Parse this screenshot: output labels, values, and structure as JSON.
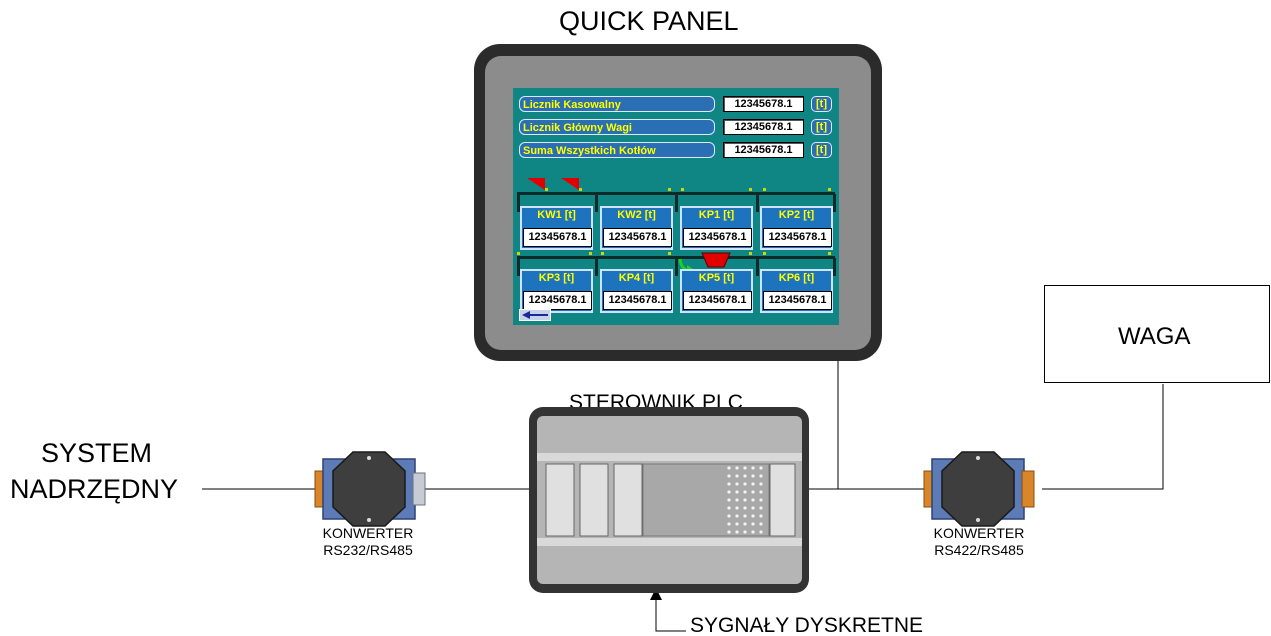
{
  "diagram": {
    "quick_panel_title": "QUICK PANEL",
    "plc_title": "STEROWNIK PLC",
    "system_label_line1": "SYSTEM",
    "system_label_line2": "NADRZĘDNY",
    "converter1_line1": "KONWERTER",
    "converter1_line2": "RS232/RS485",
    "converter2_line1": "KONWERTER",
    "converter2_line2": "RS422/RS485",
    "scale_label": "WAGA",
    "discrete_signals_label": "SYGNAŁY DYSKRETNE"
  },
  "screen": {
    "counters": [
      {
        "label": "Licznik Kasowalny",
        "value": "12345678.1",
        "unit": "[t]"
      },
      {
        "label": "Licznik Główny Wagi",
        "value": "12345678.1",
        "unit": "[t]"
      },
      {
        "label": "Suma Wszystkich Kotłów",
        "value": "12345678.1",
        "unit": "[t]"
      }
    ],
    "top_tiles": [
      {
        "title": "KW1 [t]",
        "value": "12345678.1"
      },
      {
        "title": "KW2 [t]",
        "value": "12345678.1"
      },
      {
        "title": "KP1 [t]",
        "value": "12345678.1"
      },
      {
        "title": "KP2 [t]",
        "value": "12345678.1"
      }
    ],
    "bottom_tiles": [
      {
        "title": "KP3 [t]",
        "value": "12345678.1"
      },
      {
        "title": "KP4 [t]",
        "value": "12345678.1"
      },
      {
        "title": "KP5 [t]",
        "value": "12345678.1"
      },
      {
        "title": "KP6 [t]",
        "value": "12345678.1"
      }
    ],
    "colors": {
      "background": "#0f8584",
      "label_text": "#ffff00",
      "tile_fill": "#1d73bd",
      "flag_red": "#e00000",
      "arrow_green": "#19d419"
    },
    "icons": [
      "back-arrow-icon",
      "diverter-arrow-icon",
      "hopper-icon",
      "flag-icon"
    ]
  }
}
